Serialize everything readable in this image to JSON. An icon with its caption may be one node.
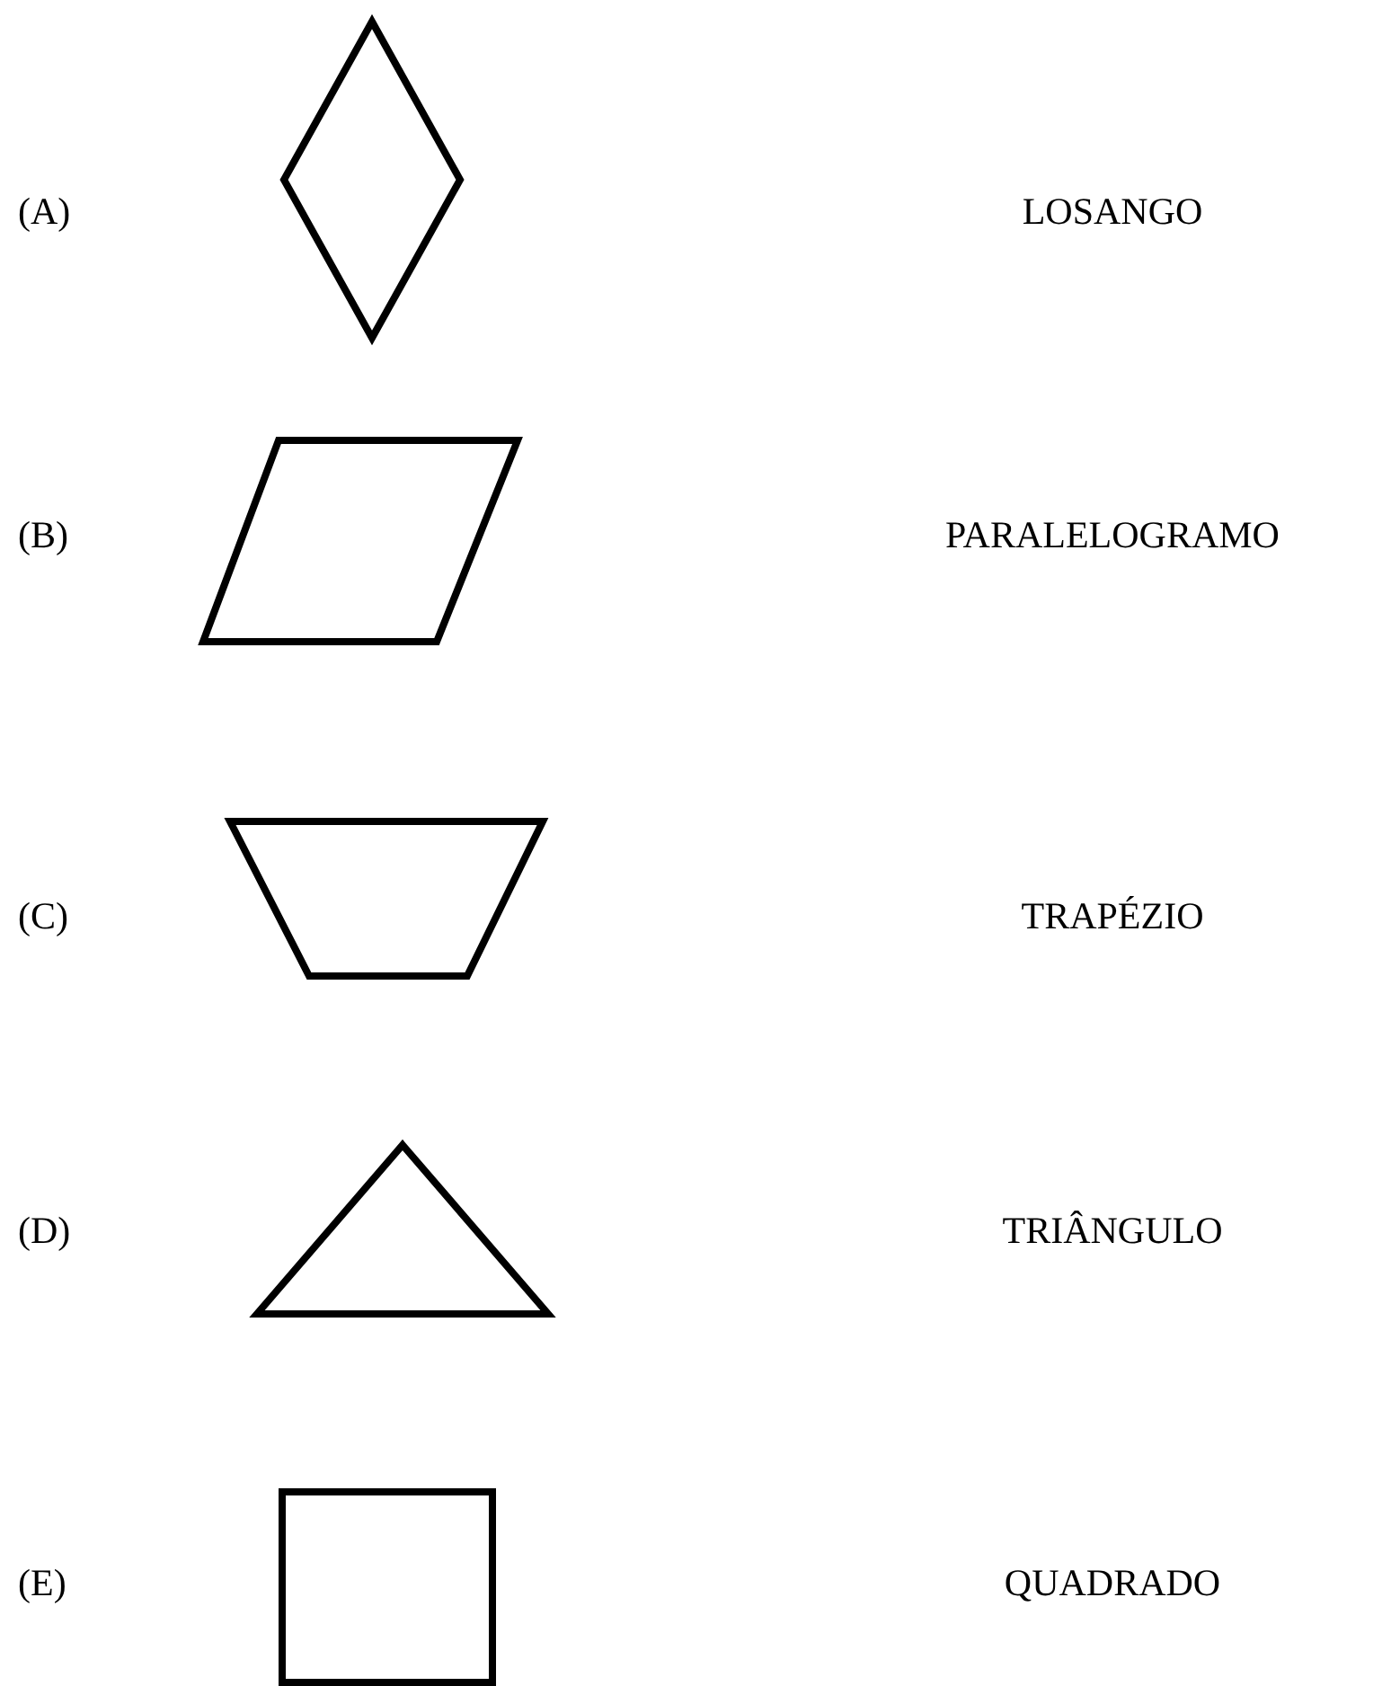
{
  "diagram": {
    "nodes": [
      {
        "text": [],
        "shape": "diamond"
      },
      {
        "text": [],
        "shape": "parallelogram"
      },
      {
        "text": [],
        "shape": "trapezoid"
      },
      {
        "text": [],
        "shape": "triangle"
      },
      {
        "text": [],
        "shape": "square"
      }
    ],
    "labels": [
      "(A)",
      "LOSANGO",
      "(B)",
      "PARALELOGRAMO",
      "(C)",
      "TRAPÉZIO",
      "(D)",
      "TRIÂNGULO",
      "(E)",
      "QUADRADO"
    ]
  }
}
